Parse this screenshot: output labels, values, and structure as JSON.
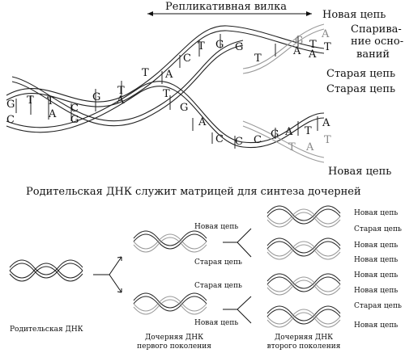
{
  "top": {
    "replication_fork": "Репликативная вилка",
    "new_chain_top": "Новая цепь",
    "pairing_label": [
      "Спарива-",
      "ние осно-",
      "ваний"
    ],
    "old_chain_1": "Старая цепь",
    "old_chain_2": "Старая цепь",
    "new_chain_bottom": "Новая цепь",
    "bases": {
      "left": [
        "G",
        "C",
        "T",
        "A",
        "C",
        "G",
        "T",
        "A",
        "G",
        "T"
      ],
      "middle": [
        "A",
        "C",
        "T",
        "G",
        "G",
        "T",
        "G",
        "A",
        "T",
        "C",
        "C",
        "C"
      ],
      "fork_top": [
        "A",
        "T",
        "A",
        "T",
        "G",
        "C"
      ],
      "fork_bottom": [
        "G",
        "A",
        "T",
        "A",
        "T",
        "C",
        "T",
        "A"
      ]
    }
  },
  "caption": "Родительская ДНК служит матрицей для синтеза дочерней",
  "bottom": {
    "parent_label": "Родительская ДНК",
    "first_gen_label": [
      "Дочерняя ДНК",
      "первого поколения"
    ],
    "second_gen_label": [
      "Дочерняя ДНК",
      "второго поколения"
    ],
    "first_gen_chains": [
      "Новая цепь",
      "Старая цепь",
      "Старая цепь",
      "Новая цепь"
    ],
    "second_gen_chains": [
      "Новая цепь",
      "Старая цепь",
      "Новая цепь",
      "Новая цепь",
      "Новая цепь",
      "Новая цепь",
      "Старая цепь",
      "Новая цепь"
    ]
  }
}
